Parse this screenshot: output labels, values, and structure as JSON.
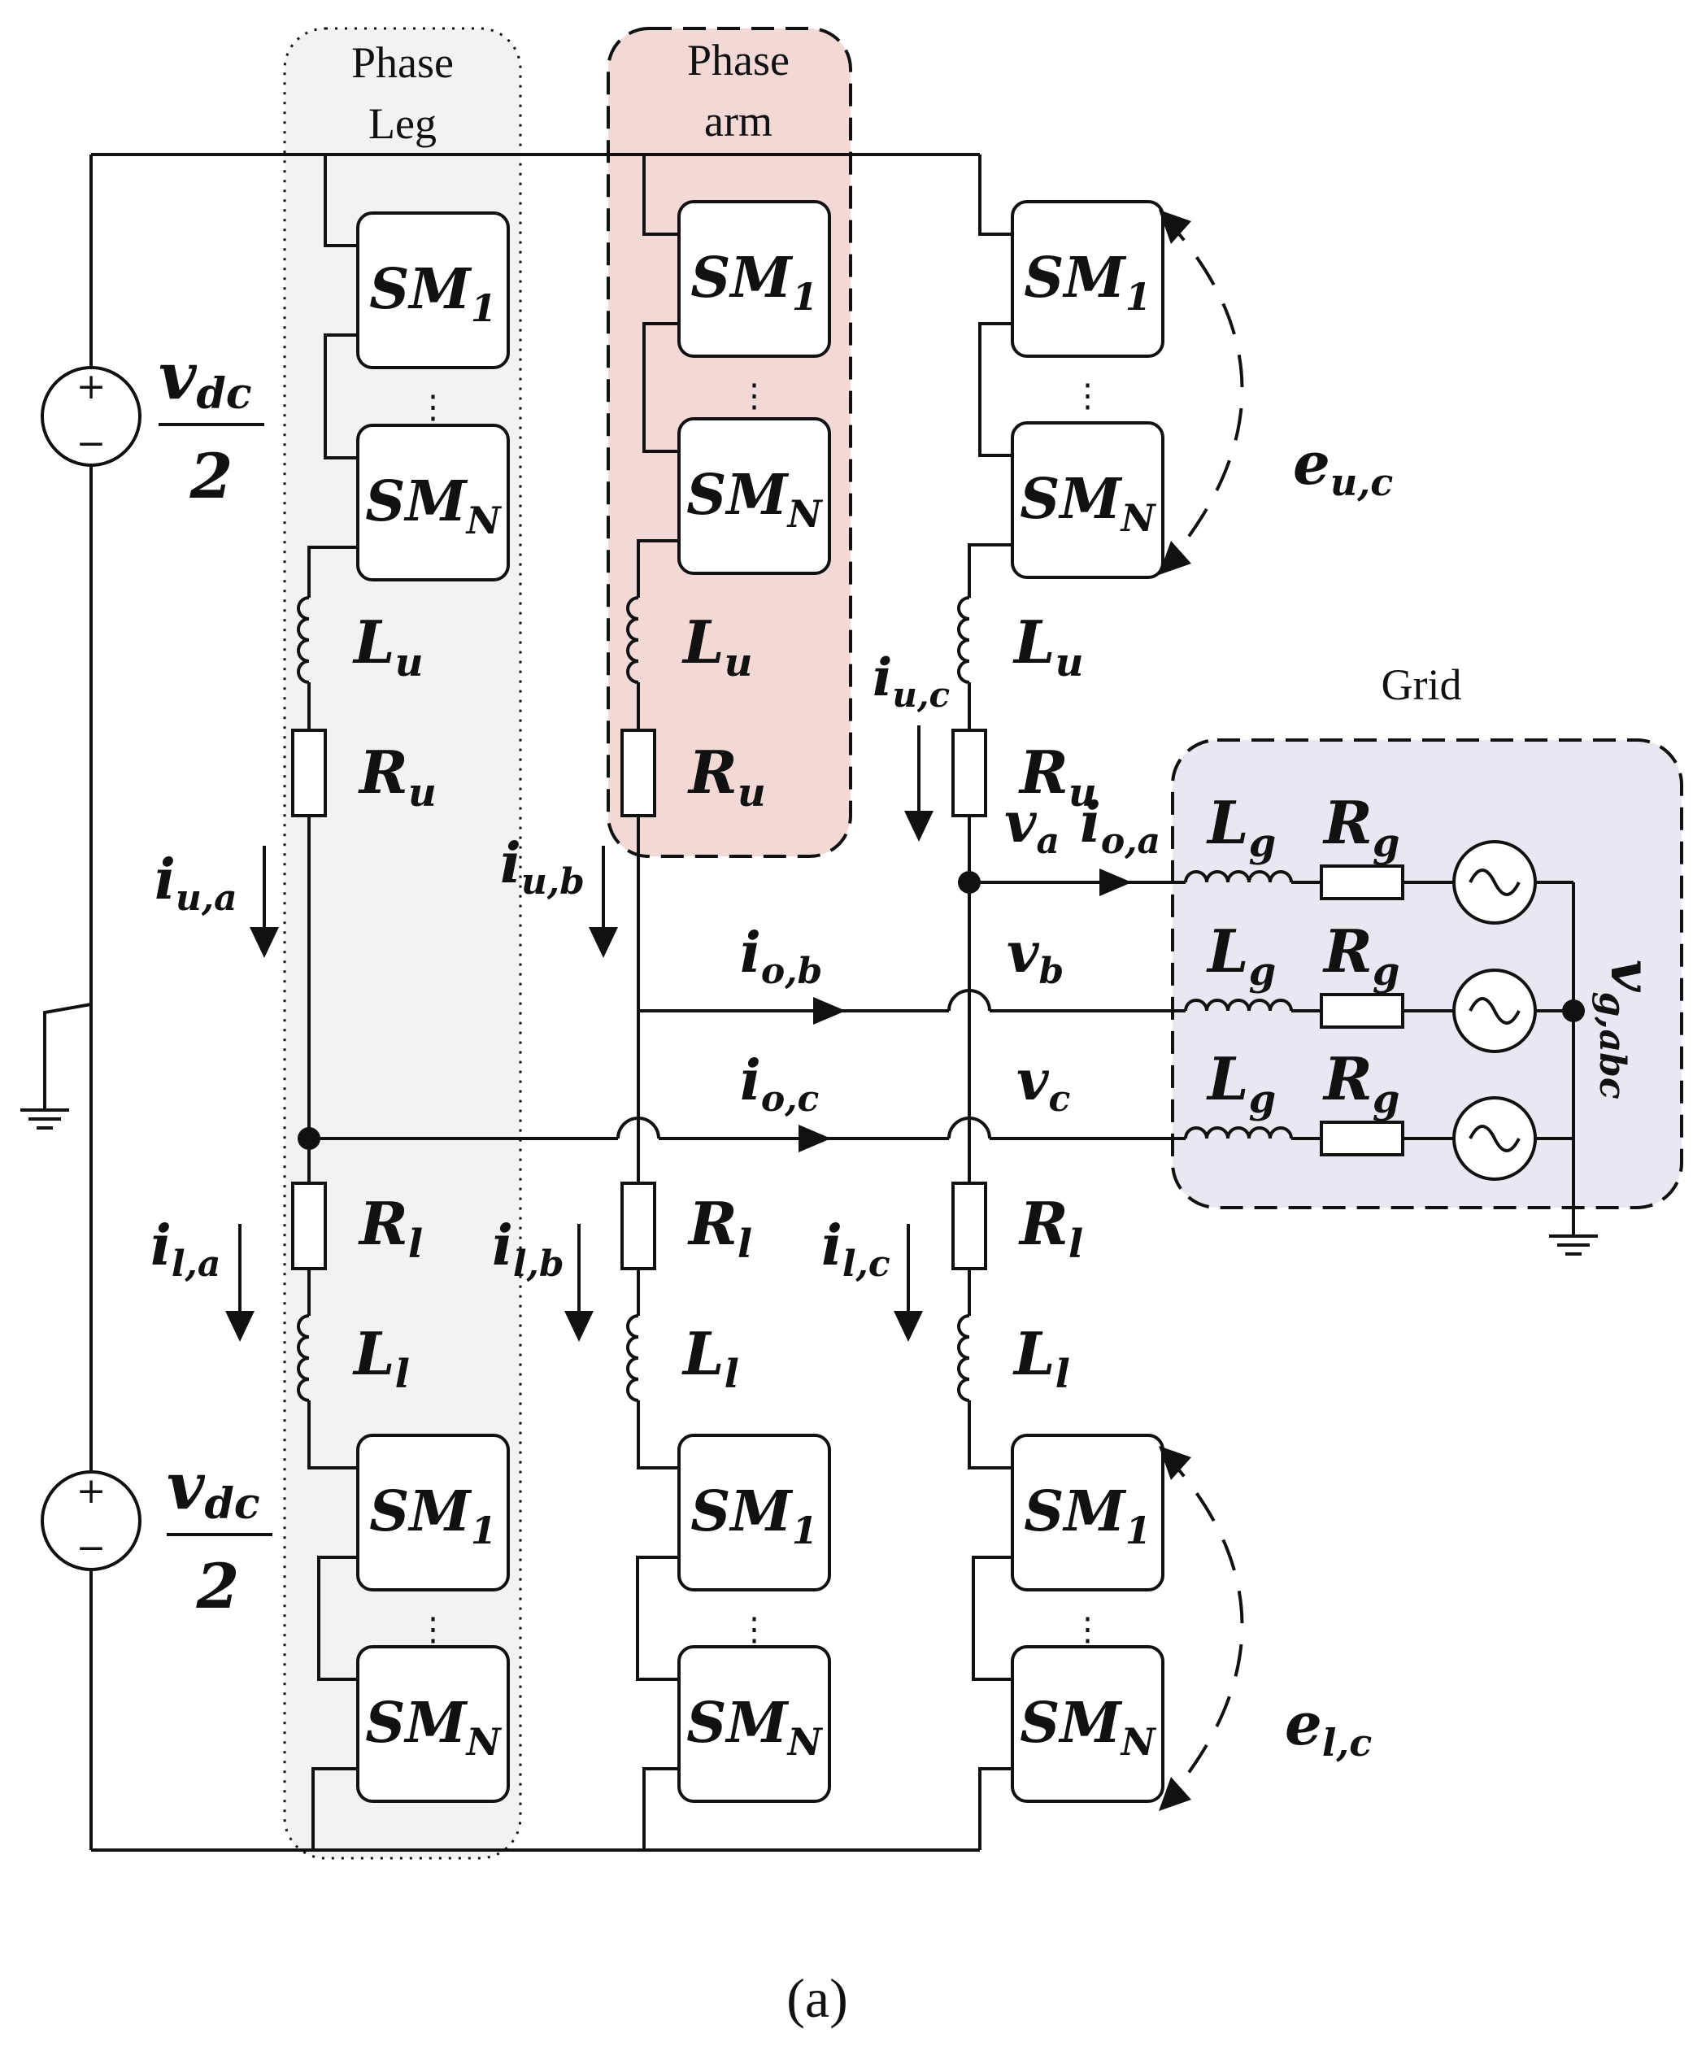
{
  "regions": {
    "phase_leg": {
      "label_line1": "Phase",
      "label_line2": "Leg",
      "fill": "#f2f2f2"
    },
    "phase_arm": {
      "label_line1": "Phase",
      "label_line2": "arm",
      "fill": "#f2d9d5"
    },
    "grid": {
      "label": "Grid",
      "fill": "#ebe7f0"
    }
  },
  "sources": {
    "upper": {
      "plus": "+",
      "minus": "−",
      "numer": "v",
      "numer_sub": "dc",
      "denom": "2"
    },
    "lower": {
      "plus": "+",
      "minus": "−",
      "numer": "v",
      "numer_sub": "dc",
      "denom": "2"
    }
  },
  "submodules": {
    "sm": "SM",
    "first": "1",
    "last": "N",
    "dots": "⋮"
  },
  "components": {
    "upper_inductor": {
      "sym": "L",
      "sub": "u"
    },
    "upper_resistor": {
      "sym": "R",
      "sub": "u"
    },
    "lower_inductor": {
      "sym": "L",
      "sub": "l"
    },
    "lower_resistor": {
      "sym": "R",
      "sub": "l"
    },
    "grid_inductor": {
      "sym": "L",
      "sub": "g"
    },
    "grid_resistor": {
      "sym": "R",
      "sub": "g"
    }
  },
  "currents": {
    "iua": {
      "sym": "i",
      "sub": "u,a"
    },
    "iub": {
      "sym": "i",
      "sub": "u,b"
    },
    "iuc": {
      "sym": "i",
      "sub": "u,c"
    },
    "ila": {
      "sym": "i",
      "sub": "l,a"
    },
    "ilb": {
      "sym": "i",
      "sub": "l,b"
    },
    "ilc": {
      "sym": "i",
      "sub": "l,c"
    },
    "ioa": {
      "sym": "i",
      "sub": "o,a"
    },
    "iob": {
      "sym": "i",
      "sub": "o,b"
    },
    "ioc": {
      "sym": "i",
      "sub": "o,c"
    }
  },
  "voltages": {
    "va": {
      "sym": "v",
      "sub": "a"
    },
    "vb": {
      "sym": "v",
      "sub": "b"
    },
    "vc": {
      "sym": "v",
      "sub": "c"
    },
    "vg": {
      "sym": "v",
      "sub": "g,abc"
    },
    "euc": {
      "sym": "e",
      "sub": "u,c"
    },
    "elc": {
      "sym": "e",
      "sub": "l,c"
    }
  },
  "caption": "(a)"
}
